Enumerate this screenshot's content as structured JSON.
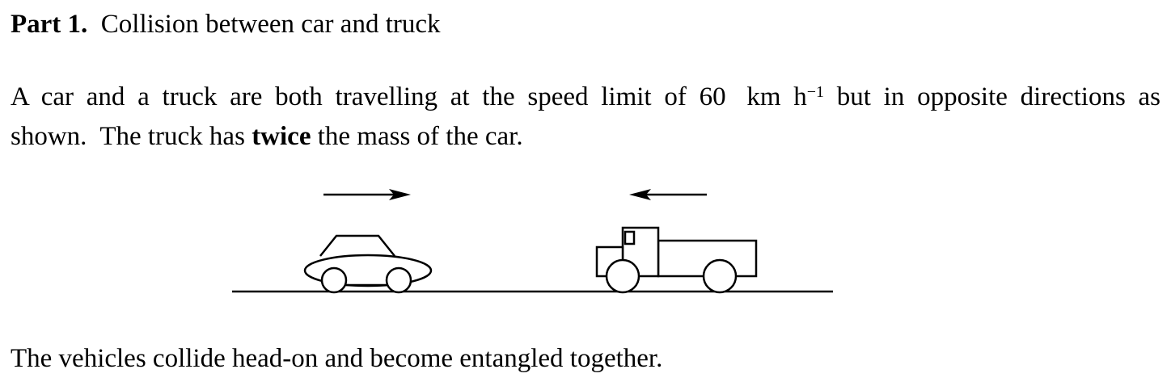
{
  "title": {
    "part_label": "Part 1.",
    "heading": "Collision between car and truck"
  },
  "paragraph1": {
    "text_before_speed": "A car and a truck are both travelling at the speed limit of",
    "speed_value": "60",
    "speed_unit": "km h",
    "speed_unit_exponent": "−1",
    "text_after_speed": "but in opposite directions as"
  },
  "paragraph2": {
    "text_before_bold": "shown.  The truck has",
    "bold_word": "twice",
    "text_after_bold": "the mass of the car."
  },
  "diagram": {
    "car_direction": "right",
    "truck_direction": "left",
    "line_color": "#000000"
  },
  "paragraph3": {
    "text": "The vehicles collide head-on and become entangled together."
  }
}
